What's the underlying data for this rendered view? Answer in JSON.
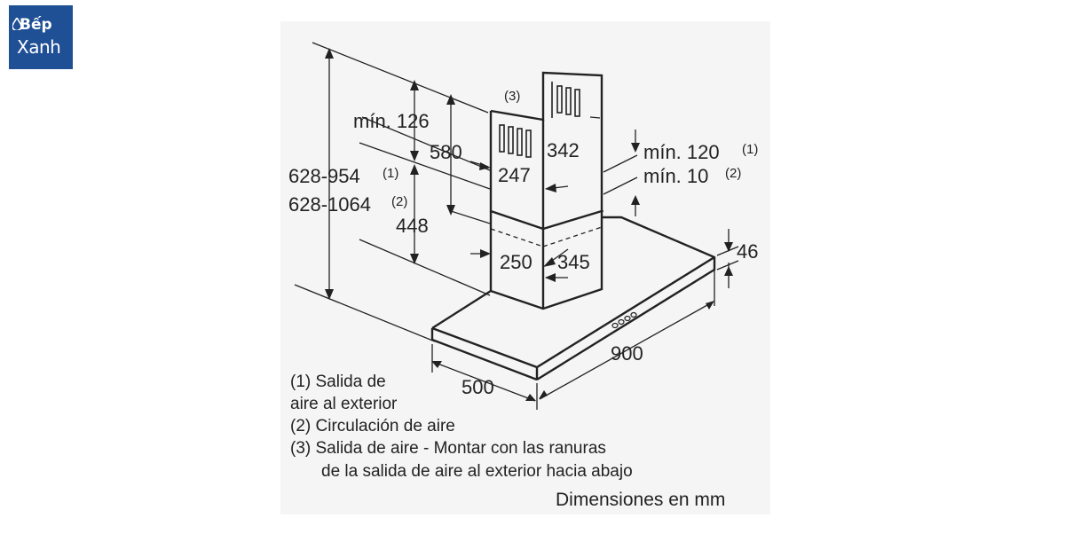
{
  "logo": {
    "line1": "Bếp",
    "line2": "Xanh",
    "bg_color": "#1f4f95"
  },
  "dimensions": {
    "height_range_1": "628-954",
    "height_range_1_ref": "(1)",
    "height_range_2": "628-1064",
    "height_range_2_ref": "(2)",
    "min_top": "mín. 126",
    "chimney_upper_height": "580",
    "chimney_lower_height": "448",
    "upper_depth": "247",
    "upper_width": "342",
    "lower_depth": "250",
    "lower_width": "345",
    "min_gap_1": "mín. 120",
    "min_gap_1_ref": "(1)",
    "min_gap_2": "mín. 10",
    "min_gap_2_ref": "(2)",
    "canopy_thickness": "46",
    "canopy_width": "900",
    "canopy_depth": "500",
    "outlet_ref": "(3)"
  },
  "legend": {
    "item1_line1": "(1) Salida de",
    "item1_line2": "aire al exterior",
    "item2": "(2) Circulación de aire",
    "item3_line1": "(3) Salida de aire - Montar con las ranuras",
    "item3_line2": "de la salida de aire al exterior hacia abajo",
    "units": "Dimensiones en mm"
  }
}
